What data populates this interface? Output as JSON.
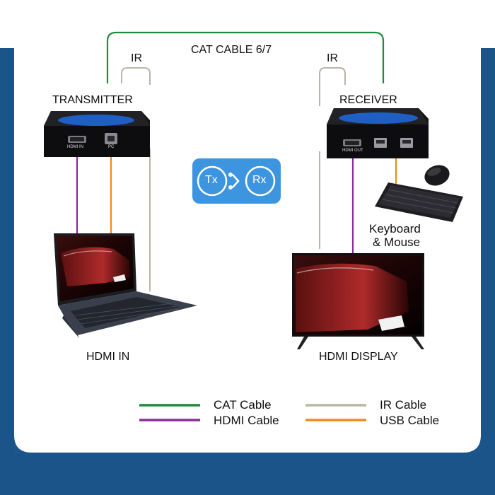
{
  "labels": {
    "cat_cable": "CAT CABLE 6/7",
    "ir_left": "IR",
    "ir_right": "IR",
    "transmitter": "TRANSMITTER",
    "receiver": "RECEIVER",
    "hdmi_in": "HDMI IN",
    "hdmi_display": "HDMI DISPLAY",
    "keyboard_mouse_line1": "Keyboard",
    "keyboard_mouse_line2": "& Mouse"
  },
  "ports": {
    "tx_hdmi": "HDMI IN",
    "tx_pc": "PC",
    "rx_hdmi": "HDMI OUT"
  },
  "badge": {
    "tx": "Tx",
    "rx": "Rx"
  },
  "legend": [
    {
      "label": "CAT Cable",
      "color": "#1f8a3b"
    },
    {
      "label": "IR Cable",
      "color": "#b9b6a8"
    },
    {
      "label": "HDMI Cable",
      "color": "#8a2c9c"
    },
    {
      "label": "USB Cable",
      "color": "#ef8a1c"
    }
  ],
  "colors": {
    "frame_blue": "#1e5d96",
    "badge_blue": "#3d95e0",
    "device_accent": "#1f5fc4"
  }
}
